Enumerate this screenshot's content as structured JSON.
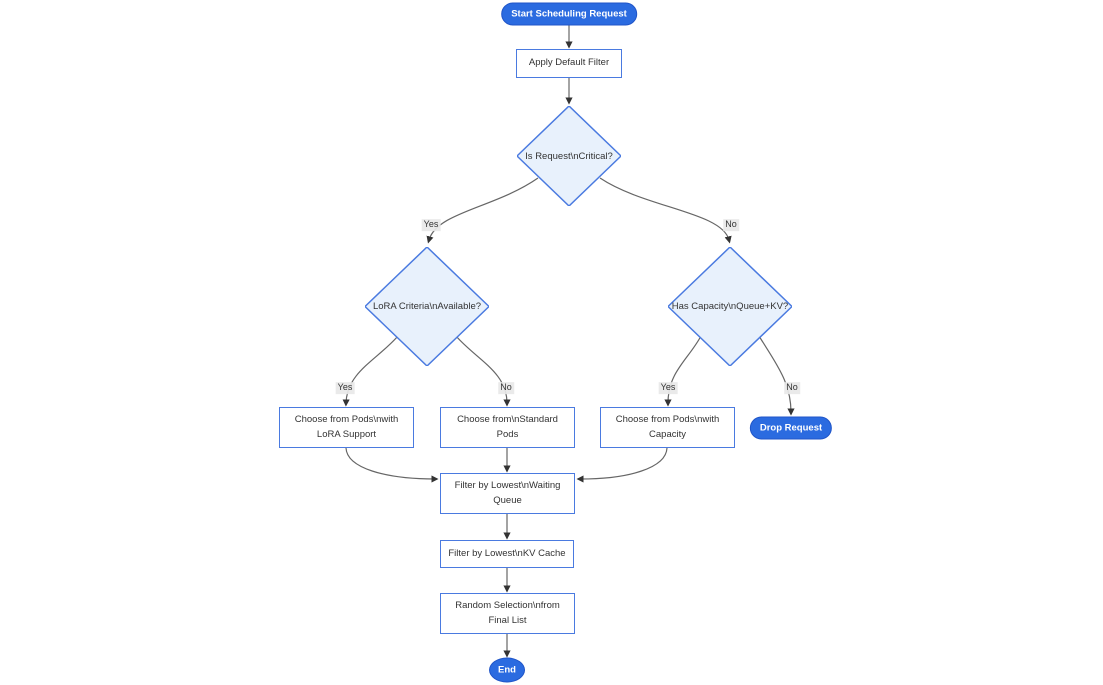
{
  "diagram": {
    "nodes": {
      "start": "Start Scheduling Request",
      "apply_filter": "Apply Default Filter",
      "is_critical": "Is Request\\nCritical?",
      "lora_criteria": "LoRA Criteria\\nAvailable?",
      "has_capacity": "Has Capacity\\nQueue+KV?",
      "choose_lora": "Choose from Pods\\nwith LoRA Support",
      "choose_standard": "Choose from\\nStandard Pods",
      "choose_capacity": "Choose from Pods\\nwith Capacity",
      "drop_request": "Drop Request",
      "filter_waiting": "Filter by Lowest\\nWaiting Queue",
      "filter_kv": "Filter by Lowest\\nKV Cache",
      "random_selection": "Random Selection\\nfrom Final List",
      "end": "End"
    },
    "edge_labels": {
      "critical_yes": "Yes",
      "critical_no": "No",
      "lora_yes": "Yes",
      "lora_no": "No",
      "capacity_yes": "Yes",
      "capacity_no": "No"
    }
  },
  "colors": {
    "pill_fill": "#2b6be0",
    "node_border": "#4a7ae0",
    "diamond_fill": "#e8f1fc",
    "node_fill": "#ffffff",
    "edge_line": "#666666",
    "arrowhead": "#333333",
    "edge_label_bg": "#e8e8e8",
    "text": "#333333"
  }
}
